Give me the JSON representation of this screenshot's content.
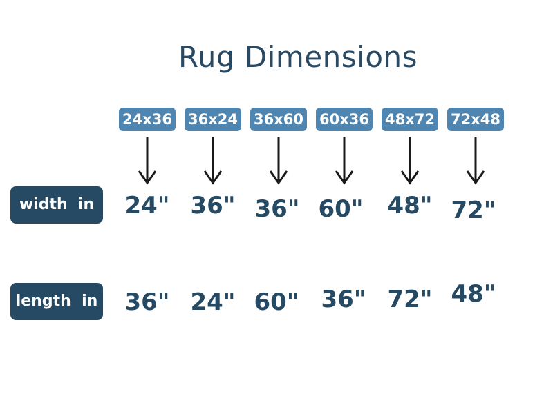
{
  "title": "Rug Dimensions",
  "sizes": [
    "24x36",
    "36x24",
    "36x60",
    "60x36",
    "48x72",
    "72x48"
  ],
  "rows": {
    "width": {
      "label": "width  in",
      "values": [
        "24\"",
        "36\"",
        "36\"",
        "60\"",
        "48\"",
        "72\""
      ]
    },
    "length": {
      "label": "length  in",
      "values": [
        "36\"",
        "24\"",
        "60\"",
        "36\"",
        "72\"",
        "48\""
      ]
    }
  },
  "colors": {
    "primary": "#264a63",
    "tag": "#4f86b1",
    "arrow": "#1a1a1a",
    "background": "#ffffff"
  }
}
